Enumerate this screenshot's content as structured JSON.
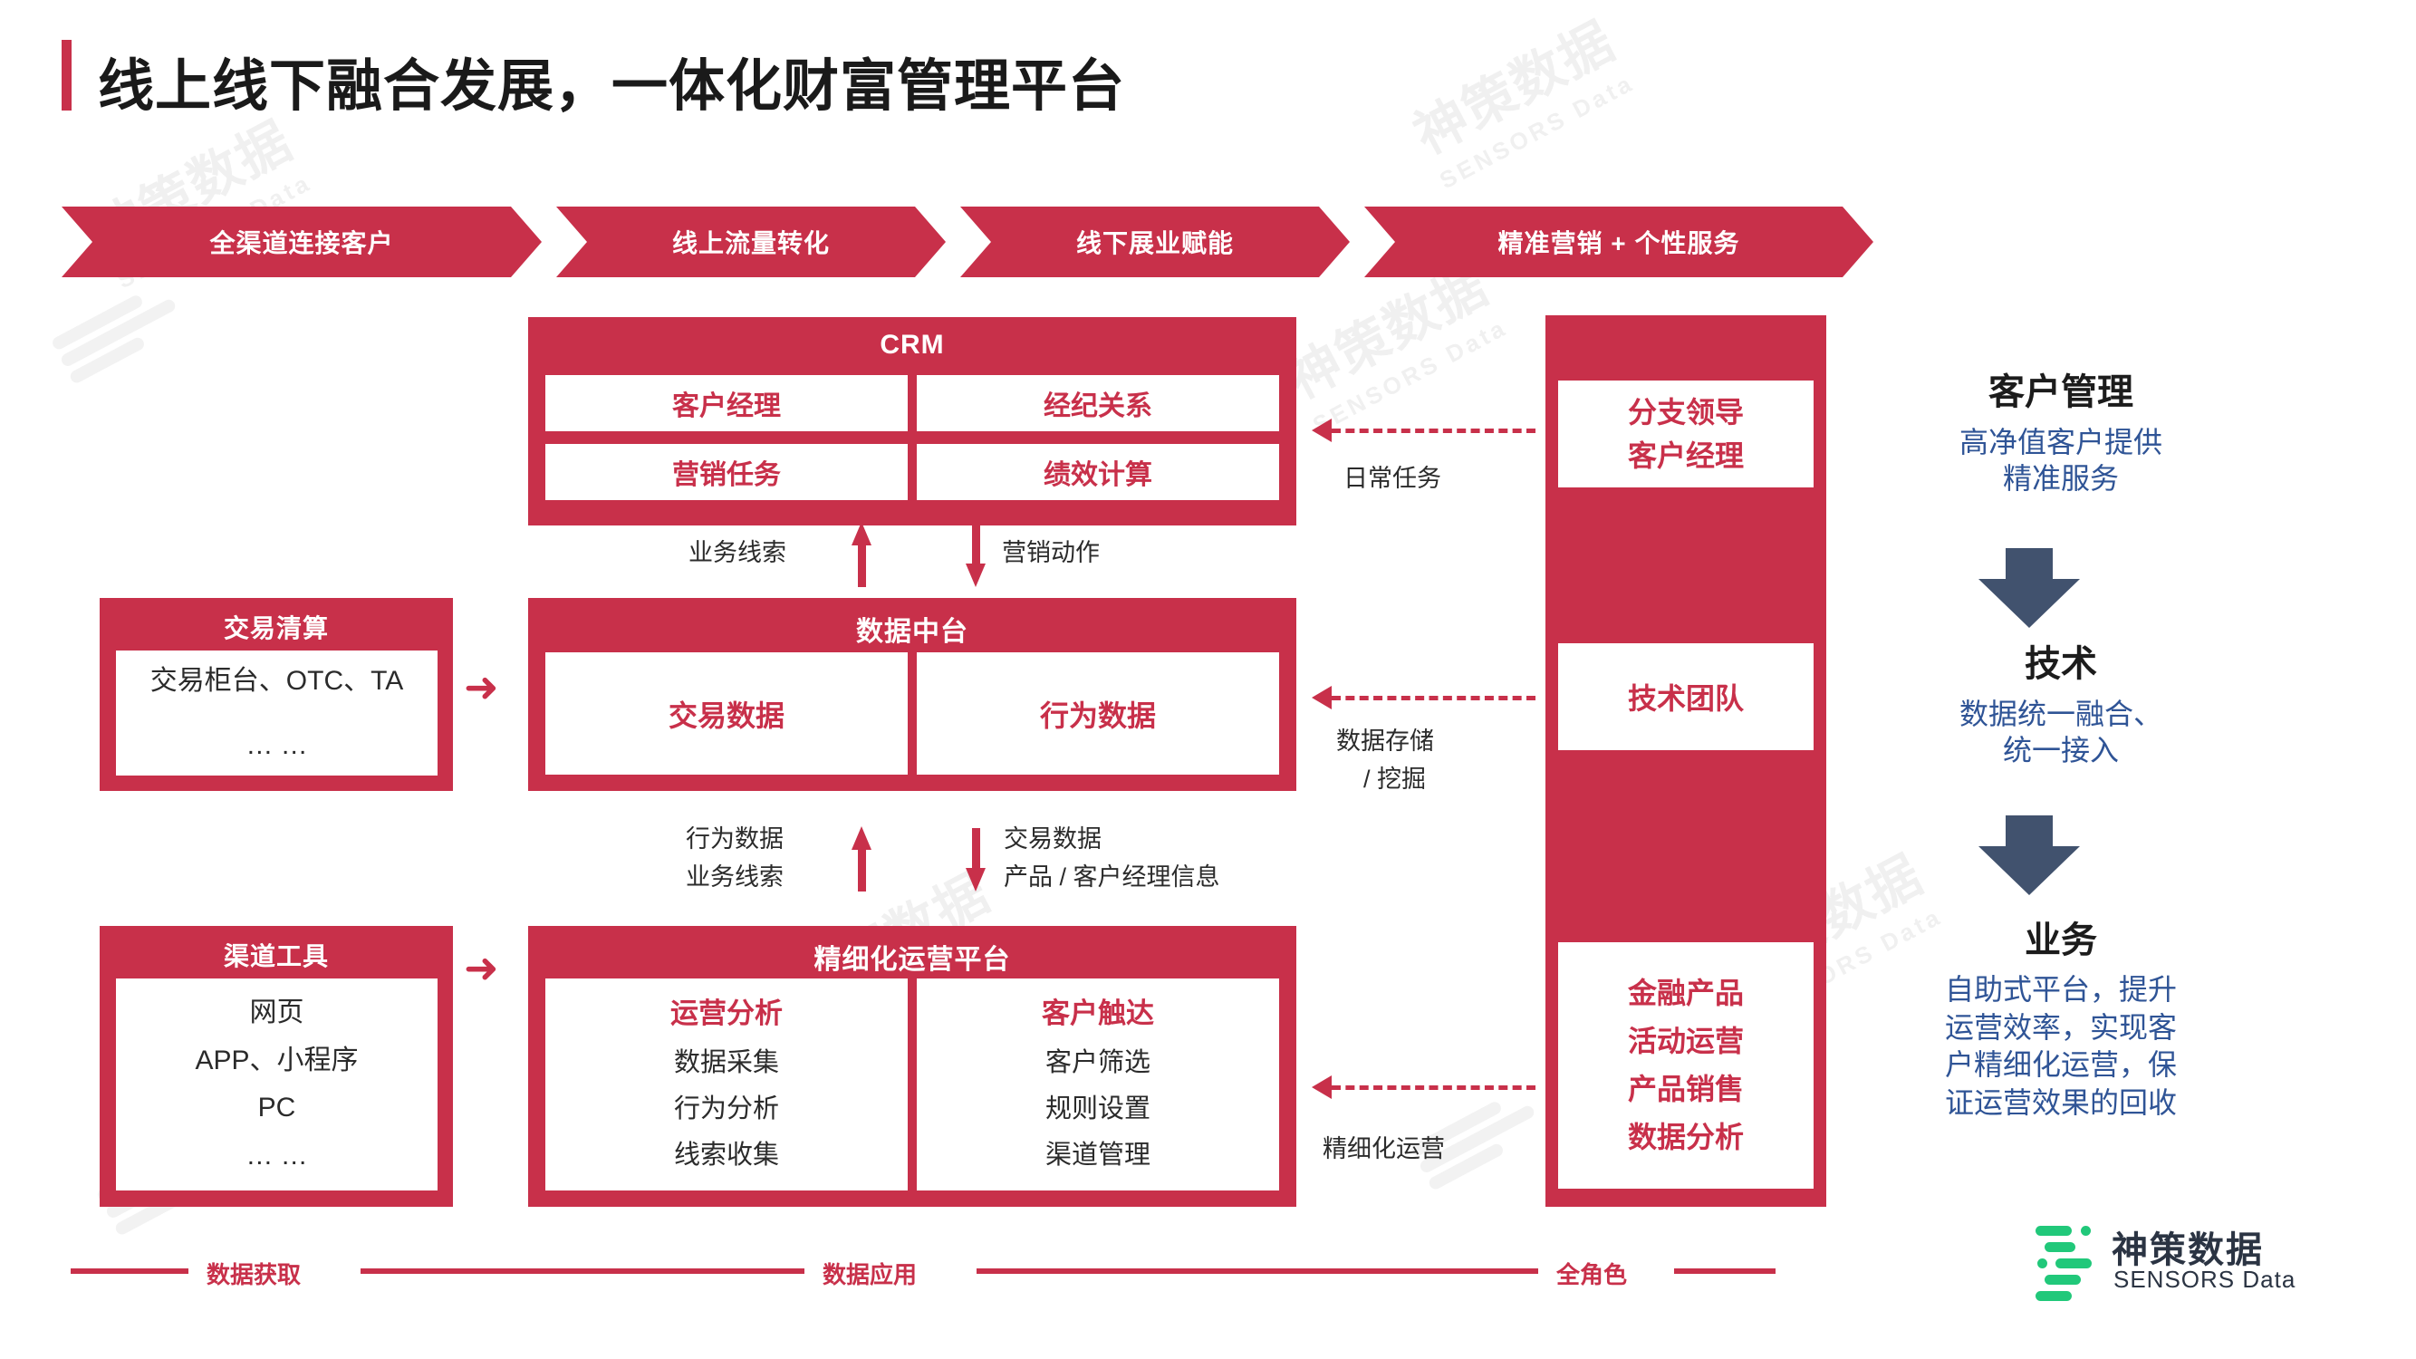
{
  "page": {
    "title": "线上线下融合发展，一体化财富管理平台",
    "accent_red": "#C8304A",
    "accent_blue": "#2F5496",
    "arrow_navy": "#41526E",
    "logo_green": "#21C87A"
  },
  "chevrons": [
    {
      "label": "全渠道连接客户"
    },
    {
      "label": "线上流量转化"
    },
    {
      "label": "线下展业赋能"
    },
    {
      "label": "精准营销 + 个性服务"
    }
  ],
  "crm": {
    "title": "CRM",
    "cells": [
      "客户经理",
      "经纪关系",
      "营销任务",
      "绩效计算"
    ]
  },
  "crm_connector": {
    "up_label": "业务线索",
    "down_label": "营销动作"
  },
  "trade": {
    "title": "交易清算",
    "lines": [
      "交易柜台、OTC、TA",
      "… …"
    ]
  },
  "datahub": {
    "title": "数据中台",
    "cells": [
      "交易数据",
      "行为数据"
    ]
  },
  "datahub_connector": {
    "up_label_1": "行为数据",
    "up_label_2": "业务线索",
    "down_label_1": "交易数据",
    "down_label_2": "产品 / 客户经理信息"
  },
  "channel": {
    "title": "渠道工具",
    "lines": [
      "网页",
      "APP、小程序",
      "PC",
      "… …"
    ]
  },
  "ops": {
    "title": "精细化运营平台",
    "col_left": {
      "head": "运营分析",
      "items": [
        "数据采集",
        "行为分析",
        "线索收集"
      ]
    },
    "col_right": {
      "head": "客户触达",
      "items": [
        "客户筛选",
        "规则设置",
        "渠道管理"
      ]
    }
  },
  "dashed_arrows": [
    {
      "label": "日常任务"
    },
    {
      "label": "数据存储\n/ 挖掘"
    },
    {
      "label": "精细化运营"
    }
  ],
  "dashed_labels": {
    "a": "日常任务",
    "b1": "数据存储",
    "b2": "/ 挖掘",
    "c": "精细化运营"
  },
  "roles": {
    "box1": [
      "分支领导",
      "客户经理"
    ],
    "box2": [
      "技术团队"
    ],
    "box3": [
      "金融产品",
      "活动运营",
      "产品销售",
      "数据分析"
    ]
  },
  "commentary": [
    {
      "head": "客户管理",
      "body": "高净值客户提供\n精准服务"
    },
    {
      "head": "技术",
      "body": "数据统一融合、\n统一接入"
    },
    {
      "head": "业务",
      "body": "自助式平台，提升\n运营效率，实现客\n户精细化运营，保\n证运营效果的回收"
    }
  ],
  "commentary_text": {
    "c1_head": "客户管理",
    "c1_l1": "高净值客户提供",
    "c1_l2": "精准服务",
    "c2_head": "技术",
    "c2_l1": "数据统一融合、",
    "c2_l2": "统一接入",
    "c3_head": "业务",
    "c3_l1": "自助式平台，提升",
    "c3_l2": "运营效率，实现客",
    "c3_l3": "户精细化运营，保",
    "c3_l4": "证运营效果的回收"
  },
  "footer_legend": [
    {
      "label": "数据获取"
    },
    {
      "label": "数据应用"
    },
    {
      "label": "全角色"
    }
  ],
  "footer_text": {
    "l1": "数据获取",
    "l2": "数据应用",
    "l3": "全角色"
  },
  "logo": {
    "cn": "神策数据",
    "en": "SENSORS Data"
  },
  "watermarks": {
    "cn": "神策数据",
    "en": "SENSORS Data"
  }
}
